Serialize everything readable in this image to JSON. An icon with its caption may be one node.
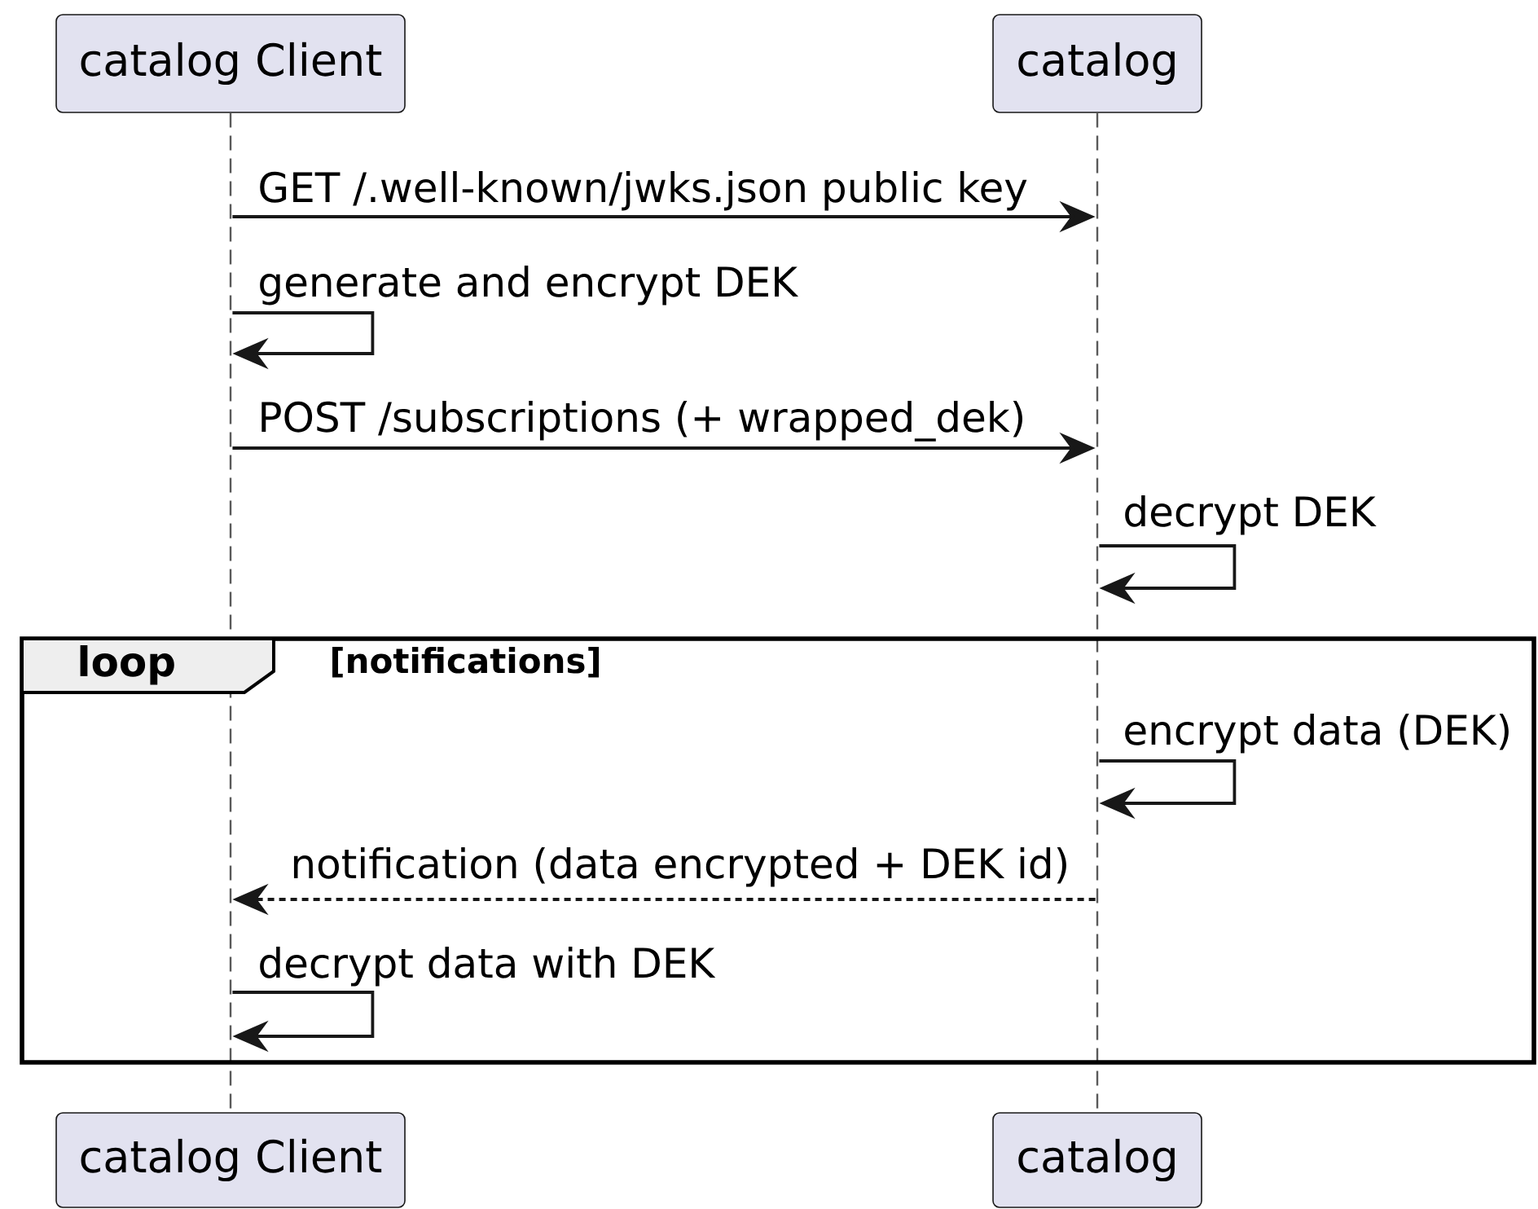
{
  "diagram": {
    "nodes": [
      {
        "text": [
          "catalog Client"
        ]
      },
      {
        "text": [
          "catalog"
        ]
      },
      {
        "text": [],
        "shape": "line"
      },
      {
        "text": [],
        "shape": "line"
      },
      {
        "text": [
          "loop",
          "[notifications]"
        ]
      },
      {
        "text": [
          "catalog Client"
        ]
      },
      {
        "text": [
          "catalog"
        ]
      }
    ],
    "edges": [
      {
        "from": 2,
        "to": 3,
        "arrow": "to",
        "label": "GET /.well-known/jwks.json public key"
      },
      {
        "from": 2,
        "to": 2,
        "arrow": "to",
        "label": "generate and encrypt DEK"
      },
      {
        "from": 2,
        "to": 3,
        "arrow": "to",
        "label": "POST /subscriptions (+ wrapped_dek)"
      },
      {
        "from": 3,
        "to": 3,
        "arrow": "to",
        "label": "decrypt DEK"
      },
      {
        "from": 3,
        "to": 3,
        "arrow": "to",
        "label": "encrypt data (DEK)"
      },
      {
        "from": 3,
        "to": 2,
        "arrow": "to",
        "label": "notification (data encrypted + DEK id)",
        "style": "dashed"
      },
      {
        "from": 2,
        "to": 2,
        "arrow": "to",
        "label": "decrypt data with DEK"
      }
    ]
  }
}
